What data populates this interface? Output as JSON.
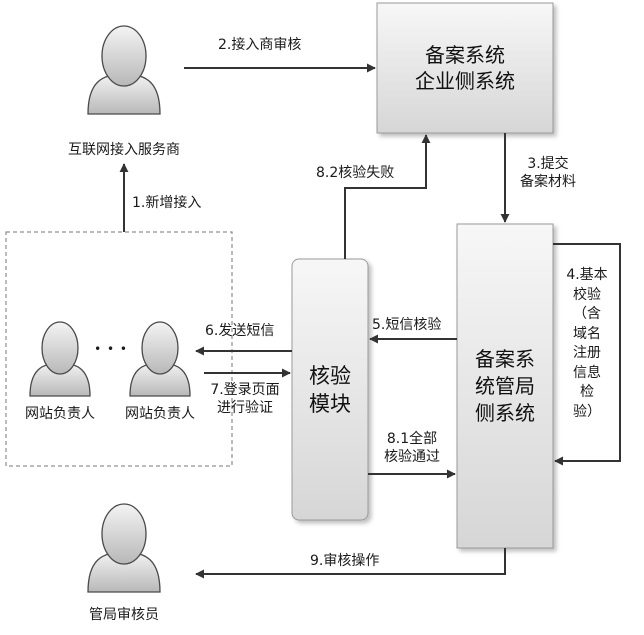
{
  "actors": {
    "isp": "互联网接入服务商",
    "site_owner_1": "网站负责人",
    "site_owner_2": "网站负责人",
    "auditor": "管局审核员",
    "ellipsis": "• • •"
  },
  "boxes": {
    "enterprise": "备案系统\n企业侧系统",
    "verify": "核验\n模块",
    "bureau": "备案系\n统管局\n侧系统"
  },
  "steps": {
    "s1": "1.新增接入",
    "s2": "2.接入商审核",
    "s3": "3.提交\n备案材料",
    "s4": "4.基本\n校验\n（含\n域名\n注册\n信息\n检\n验）",
    "s5": "5.短信核验",
    "s6": "6.发送短信",
    "s7": "7.登录页面\n进行验证",
    "s81": "8.1全部\n核验通过",
    "s82": "8.2核验失败",
    "s9": "9.审核操作"
  },
  "colors": {
    "box_fill_top": "#f7f7f7",
    "box_fill_bottom": "#d6d6d6",
    "box_border": "#9a9a9a",
    "person_fill_top": "#f2f2f2",
    "person_fill_bottom": "#bdbdbd",
    "person_stroke": "#4a4a4a",
    "line": "#333333"
  }
}
